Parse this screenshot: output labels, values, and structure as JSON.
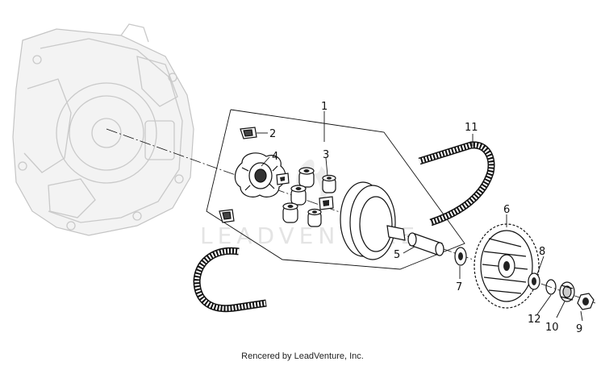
{
  "diagram": {
    "callouts": [
      "1",
      "2",
      "3",
      "4",
      "5",
      "6",
      "7",
      "8",
      "9",
      "10",
      "11",
      "12"
    ],
    "watermark": "LEADVENTURE",
    "colors": {
      "line": "#111111",
      "ghost": "#c9c9c9",
      "background": "#ffffff",
      "watermark": "#e4e4e4"
    }
  },
  "footer": {
    "credit": "Rencered by LeadVenture, Inc."
  }
}
